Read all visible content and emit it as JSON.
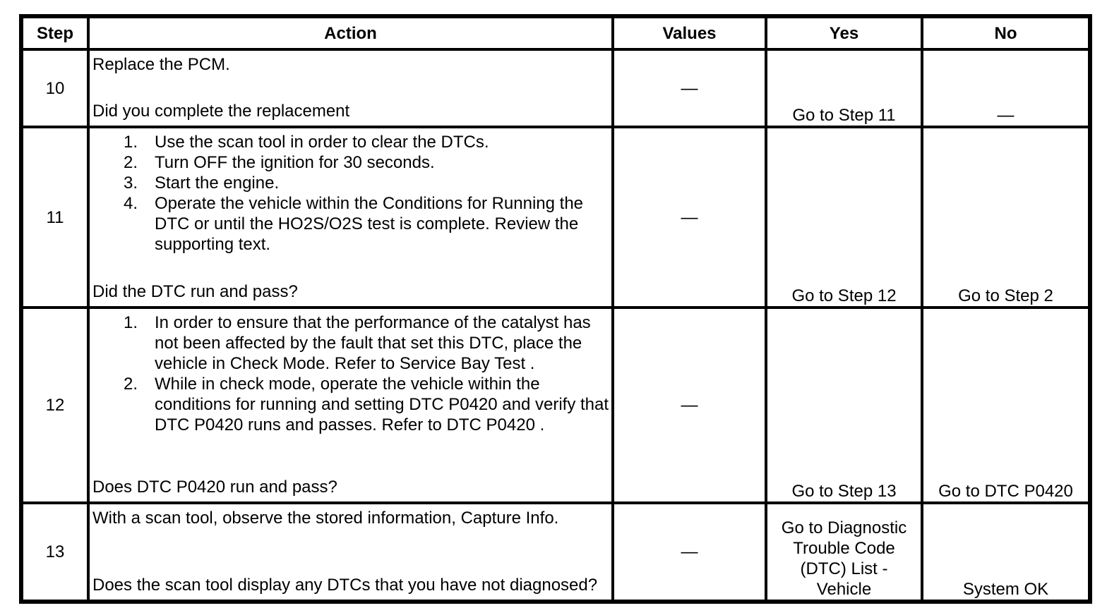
{
  "table": {
    "headers": {
      "step": "Step",
      "action": "Action",
      "values": "Values",
      "yes": "Yes",
      "no": "No"
    },
    "rows": [
      {
        "step": "10",
        "action": {
          "intro": "Replace the PCM.",
          "question": "Did you complete the replacement"
        },
        "values": "—",
        "yes": "Go to Step 11",
        "no": "—"
      },
      {
        "step": "11",
        "action": {
          "list": [
            {
              "n": "1.",
              "t": "Use the scan tool in order to clear the DTCs."
            },
            {
              "n": "2.",
              "t": "Turn OFF the ignition for 30 seconds."
            },
            {
              "n": "3.",
              "t": "Start the engine."
            },
            {
              "n": "4.",
              "t": "Operate the vehicle within the Conditions for Running the DTC or until the HO2S/O2S test is complete. Review the supporting text."
            }
          ],
          "question": "Did the DTC run and pass?"
        },
        "values": "—",
        "yes": "Go to Step 12",
        "no": "Go to Step 2"
      },
      {
        "step": "12",
        "action": {
          "list": [
            {
              "n": "1.",
              "t": "In order to ensure that the performance of the catalyst has not been affected by the fault that set this DTC, place the vehicle in Check Mode. Refer to Service Bay Test ."
            },
            {
              "n": "2.",
              "t": "While in check mode, operate the vehicle within the conditions for running and setting DTC P0420 and verify that DTC P0420 runs and passes. Refer to DTC P0420 ."
            }
          ],
          "question": "Does DTC P0420 run and pass?"
        },
        "values": "—",
        "yes": "Go to Step 13",
        "no": "Go to DTC P0420"
      },
      {
        "step": "13",
        "action": {
          "intro": "With a scan tool, observe the stored information, Capture Info.",
          "question": "Does the scan tool display any DTCs that you have not diagnosed?"
        },
        "values": "—",
        "yes": "Go to Diagnostic\nTrouble Code\n(DTC) List -\nVehicle",
        "no": "System OK"
      }
    ]
  }
}
